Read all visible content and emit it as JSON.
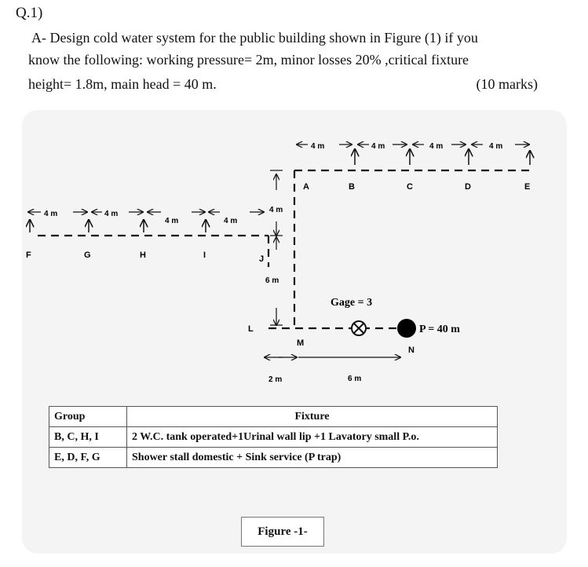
{
  "question": {
    "number": "Q.1)",
    "line1": "A- Design cold water system for the public building shown in Figure (1) if you",
    "line2": "know the following: working pressure= 2m, minor losses 20% ,critical fixture",
    "line3": "height= 1.8m, main head = 40 m.",
    "marks": "(10 marks)"
  },
  "diagram": {
    "upper_nodes": [
      "A",
      "B",
      "C",
      "D",
      "E"
    ],
    "upper_spacing": "4 m",
    "lower_nodes": [
      "F",
      "G",
      "H",
      "I"
    ],
    "lower_spacing": "4 m",
    "junction_nodes": [
      "J",
      "L",
      "M",
      "N"
    ],
    "riser_upper_label": "4 m",
    "riser_lower_label": "6 m",
    "horizontal_left_label": "2 m",
    "horizontal_right_label": "6 m",
    "gage_label": "Gage = 3",
    "pressure_label": "P = 40 m"
  },
  "table": {
    "header_group": "Group",
    "header_fixture": "Fixture",
    "rows": [
      {
        "group": "B, C, H, I",
        "fixture": "2 W.C. tank operated+1Urinal  wall lip +1 Lavatory small P.o."
      },
      {
        "group": "E, D, F, G",
        "fixture": "Shower stall domestic + Sink  service (P trap)"
      }
    ]
  },
  "figure_caption": "Figure -1-"
}
